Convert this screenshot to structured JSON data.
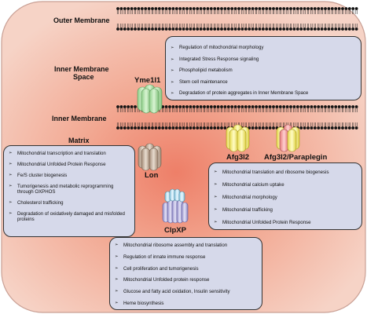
{
  "labels": {
    "outer_membrane": "Outer Membrane",
    "ims_line1": "Inner Membrane",
    "ims_line2": "Space",
    "inner_membrane": "Inner Membrane",
    "matrix": "Matrix"
  },
  "proteins": {
    "yme1l1": "Yme1l1",
    "lon": "Lon",
    "clpxp": "ClpXP",
    "afg3l2": "Afg3l2",
    "afg3l2_paraplegin": "Afg3l2/Paraplegin"
  },
  "boxes": {
    "yme1l1_functions": [
      "Regulation of mitochondrial morphology",
      "Integrated Stress Response signaling",
      "Phospholipid metabolism",
      "Stem cell maintenance",
      "Degradation of protein aggregates in Inner Membrane Space"
    ],
    "lon_functions": [
      "Mitochondrial transcription and translation",
      "Mitochondrial Unfolded Protein Response",
      "Fe/S cluster biogenesis",
      "Tumorigenesis and metabolic reprogramming through OXPHOS",
      "Cholesterol trafficking",
      "Degradation of oxidatively damaged and misfolded proteins"
    ],
    "afg3l2_functions": [
      "Mitochondrial translation and ribosome biogenesis",
      "Mitochondrial calcium uptake",
      "Mitochondrial morphology",
      "Mitochondrial trafficking",
      "Mitochondrial Unfolded Protein Response"
    ],
    "clpxp_functions": [
      "Mitochondrial ribosome assembly and translation",
      "Regulation of innate immune response",
      "Cell proliferation and tumorigenesis",
      "Mitochondrial Unfolded protein response",
      "Glucose and fatty acid oxidation, Insulin sensitivity",
      "Heme biosynthesis"
    ]
  },
  "colors": {
    "mito_fill": "#f2c0ae",
    "mito_center": "#f08c74",
    "box_fill": "#d6d9ea",
    "yme1l1": "#b4e3b0",
    "lon": "#c9b39e",
    "clpxp_barrel": "#b7b3dd",
    "clpxp_cap": "#bfe3f2",
    "afg3l2": "#f6f08a",
    "paraplegin": "#f29c9c"
  }
}
